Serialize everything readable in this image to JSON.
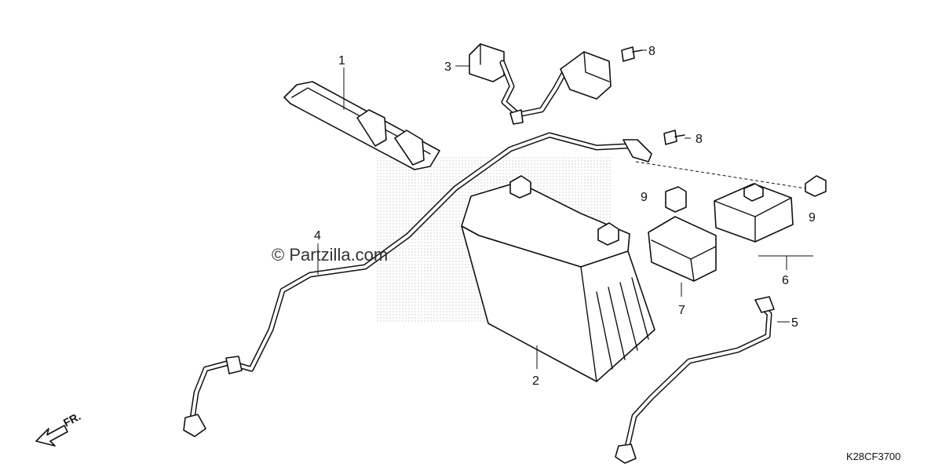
{
  "watermark": "© Partzilla.com",
  "diagram_code": "K28CF3700",
  "direction_label": "FR.",
  "callouts": {
    "c1": "1",
    "c2": "2",
    "c3": "3",
    "c4": "4",
    "c5": "5",
    "c6": "6",
    "c7": "7",
    "c8a": "8",
    "c8b": "8",
    "c9a": "9",
    "c9b": "9"
  }
}
